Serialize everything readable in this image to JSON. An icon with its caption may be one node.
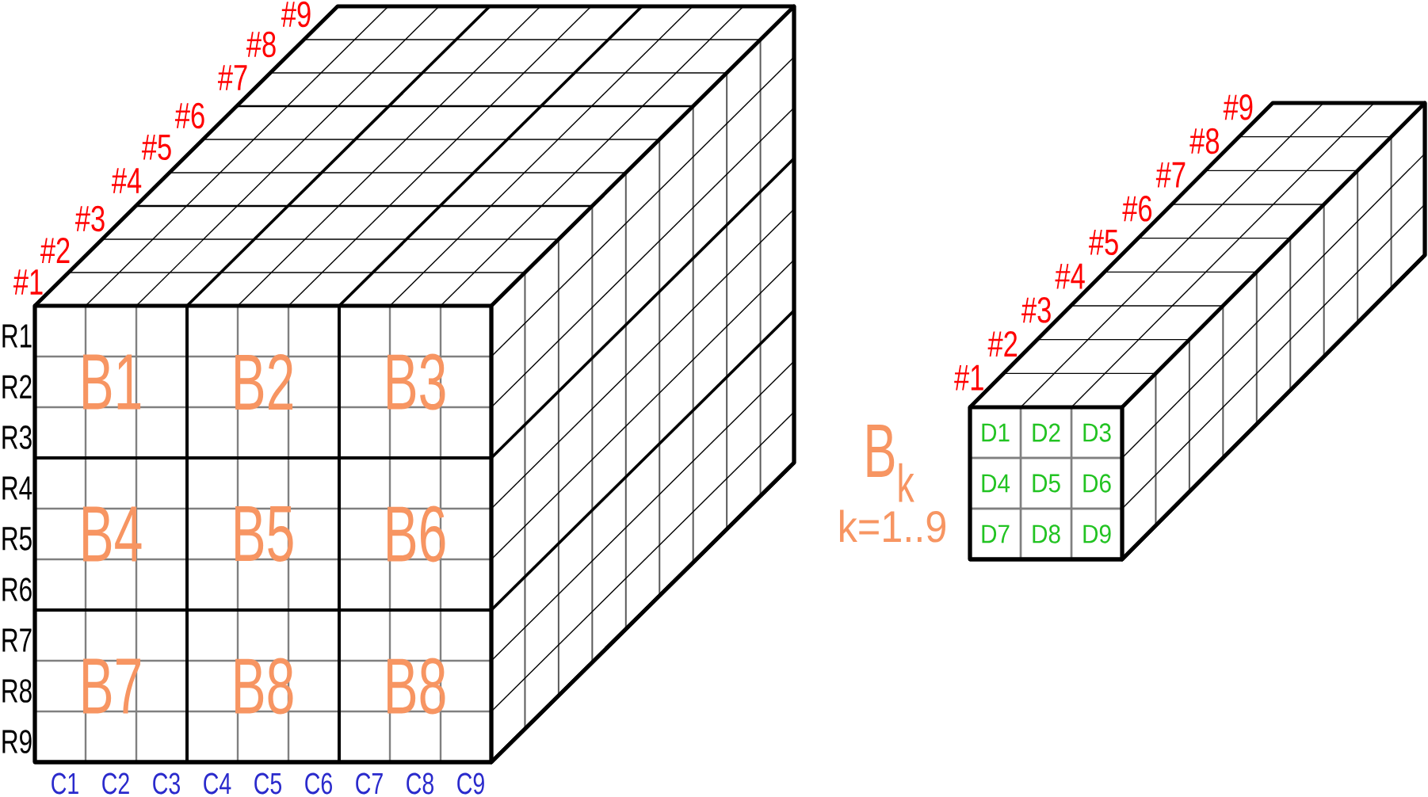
{
  "diagram": {
    "nodes": [
      {
        "text": [],
        "shape": "cube"
      },
      {
        "text": [
          "B1"
        ],
        "in": 0
      },
      {
        "text": [
          "B2"
        ],
        "in": 0
      },
      {
        "text": [
          "B3"
        ],
        "in": 0
      },
      {
        "text": [
          "B4"
        ],
        "in": 0
      },
      {
        "text": [
          "B5"
        ],
        "in": 0
      },
      {
        "text": [
          "B6"
        ],
        "in": 0
      },
      {
        "text": [
          "B7"
        ],
        "in": 0
      },
      {
        "text": [
          "B8"
        ],
        "in": 0
      },
      {
        "text": [
          "B8"
        ],
        "in": 0
      },
      {
        "text": [],
        "shape": "cuboid",
        "beside": [
          "B$_{k}$",
          "k=1..9"
        ]
      },
      {
        "text": [
          "D1"
        ],
        "in": 10
      },
      {
        "text": [
          "D2"
        ],
        "in": 10
      },
      {
        "text": [
          "D3"
        ],
        "in": 10
      },
      {
        "text": [
          "D4"
        ],
        "in": 10
      },
      {
        "text": [
          "D5"
        ],
        "in": 10
      },
      {
        "text": [
          "D6"
        ],
        "in": 10
      },
      {
        "text": [
          "D7"
        ],
        "in": 10
      },
      {
        "text": [
          "D8"
        ],
        "in": 10
      },
      {
        "text": [
          "D9"
        ],
        "in": 10
      }
    ],
    "labels": [
      "#1",
      "#2",
      "#3",
      "#4",
      "#5",
      "#6",
      "#7",
      "#8",
      "#9",
      "R1",
      "R2",
      "R3",
      "R4",
      "R5",
      "R6",
      "R7",
      "R8",
      "R9",
      "C1",
      "C2",
      "C3",
      "C4",
      "C5",
      "C6",
      "C7",
      "C8",
      "C9",
      "#1",
      "#2",
      "#3",
      "#4",
      "#5",
      "#6",
      "#7",
      "#8",
      "#9"
    ]
  }
}
